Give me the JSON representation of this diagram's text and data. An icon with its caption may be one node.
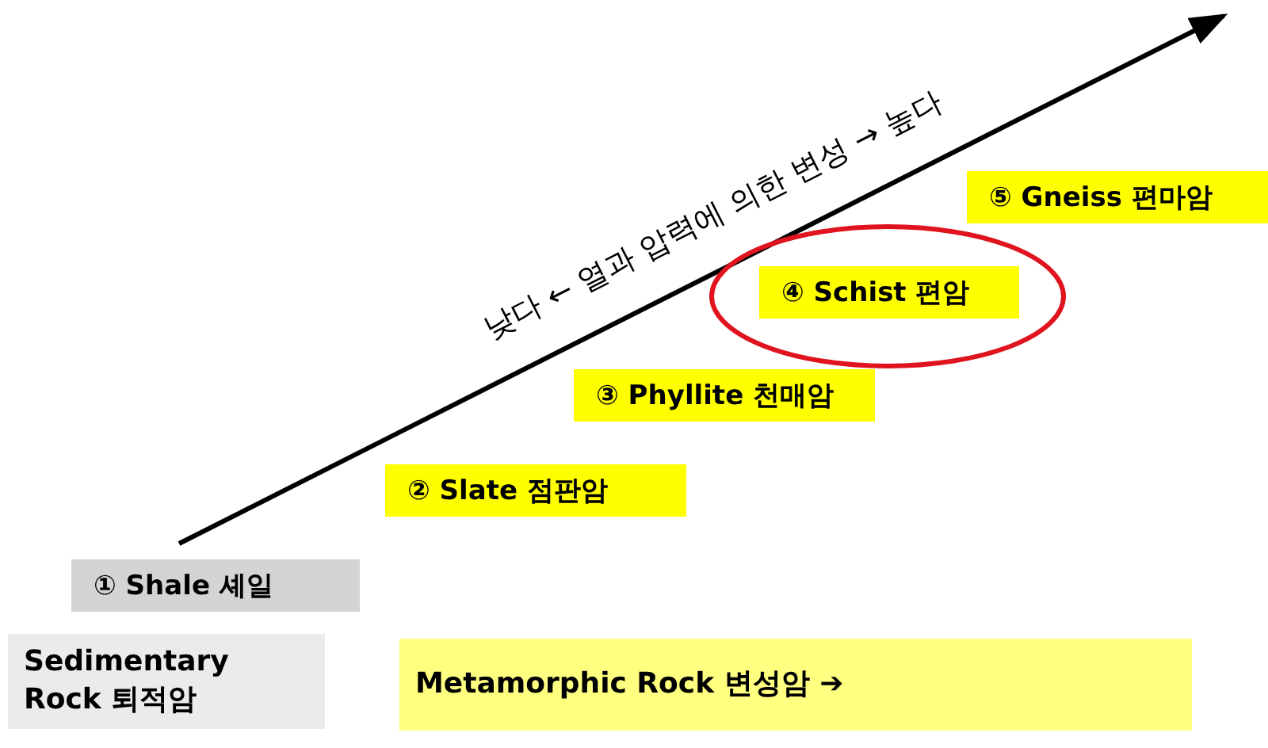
{
  "diagram": {
    "nodes": [
      {
        "text": [
          "① Shale 셰일"
        ]
      },
      {
        "text": [
          "② Slate 점판암"
        ]
      },
      {
        "text": [
          "③ Phyllite 천매암"
        ]
      },
      {
        "text": [
          "④ Schist 편암"
        ]
      },
      {
        "text": [
          "⑤ Gneiss 편마암"
        ]
      },
      {
        "text": [
          "Sedimentary Rock 퇴적암"
        ]
      },
      {
        "text": [
          "Metamorphic Rock 변성암 ➔"
        ]
      }
    ],
    "labels": [
      "낮다 ← 열과 압력에 의한 변성 → 높다"
    ]
  }
}
